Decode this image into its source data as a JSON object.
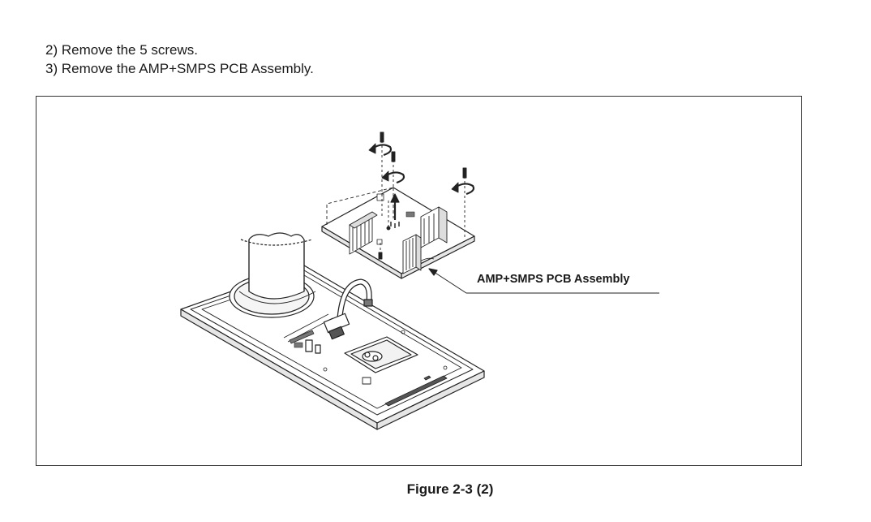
{
  "instructions": {
    "step2": "2) Remove the 5 screws.",
    "step3": "3) Remove the AMP+SMPS PCB Assembly."
  },
  "figure": {
    "callout_label": "AMP+SMPS PCB Assembly",
    "caption": "Figure 2-3 (2)"
  }
}
